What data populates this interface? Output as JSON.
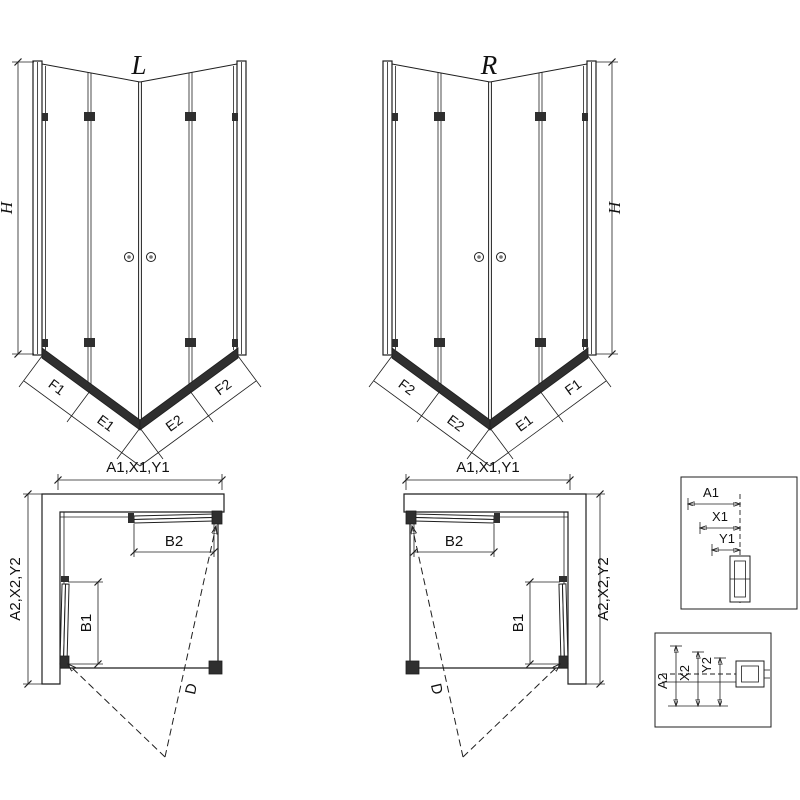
{
  "diagram": {
    "elevation_left": {
      "view_label": "L",
      "height_label": "H",
      "bottom_labels": {
        "f1": "F1",
        "e1": "E1",
        "e2": "E2",
        "f2": "F2"
      }
    },
    "elevation_right": {
      "view_label": "R",
      "height_label": "H",
      "bottom_labels": {
        "f2": "F2",
        "e2": "E2",
        "e1": "E1",
        "f1": "F1"
      }
    },
    "plan_left": {
      "width_label": "A1,X1,Y1",
      "depth_label": "A2,X2,Y2",
      "door_width_label": "B2",
      "door_depth_label": "B1",
      "diagonal_label": "D"
    },
    "plan_right": {
      "width_label": "A1,X1,Y1",
      "depth_label": "A2,X2,Y2",
      "door_width_label": "B2",
      "door_depth_label": "B1",
      "diagonal_label": "D"
    },
    "detail_top": {
      "a1": "A1",
      "x1": "X1",
      "y1": "Y1"
    },
    "detail_bottom": {
      "a2": "A2",
      "x2": "X2",
      "y2": "Y2"
    },
    "colors": {
      "line": "#1f1f1f",
      "fill_dark": "#2f2f2f",
      "background": "#ffffff"
    }
  }
}
